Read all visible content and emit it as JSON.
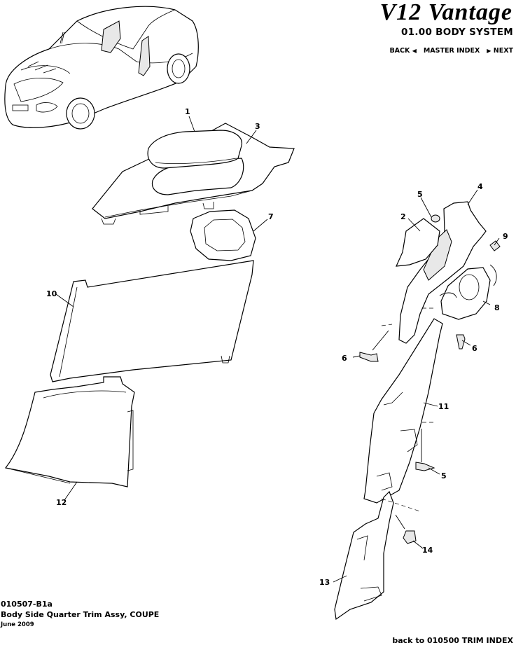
{
  "header": {
    "logo_text": "V12 Vantage",
    "section_title": "01.00 BODY SYSTEM",
    "nav": {
      "back": "BACK",
      "master_index": "MASTER INDEX",
      "next": "NEXT"
    }
  },
  "callouts": [
    "1",
    "2",
    "3",
    "4",
    "5",
    "5",
    "6",
    "6",
    "7",
    "8",
    "9",
    "10",
    "11",
    "12",
    "13",
    "14"
  ],
  "footer": {
    "code": "010507-B1a",
    "title": "Body Side Quarter Trim  Assy, COUPE",
    "date": "June 2009",
    "back_link": "back to 010500 TRIM INDEX"
  }
}
